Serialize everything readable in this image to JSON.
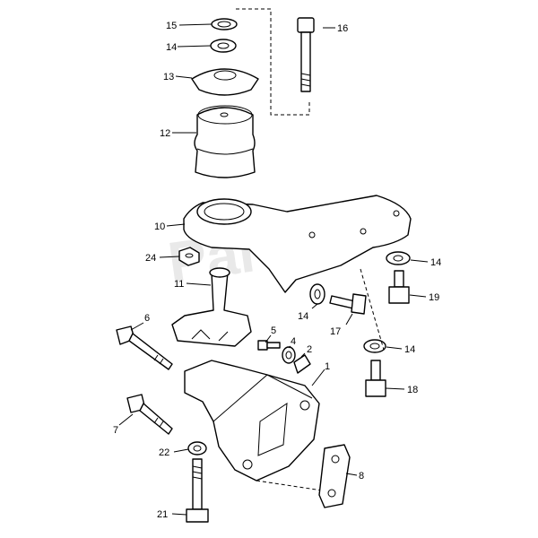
{
  "watermark": "Parts",
  "callouts": {
    "c1": "1",
    "c2": "2",
    "c4": "4",
    "c5": "5",
    "c6": "6",
    "c7": "7",
    "c8": "8",
    "c10": "10",
    "c11": "11",
    "c12": "12",
    "c13": "13",
    "c14a": "14",
    "c14b": "14",
    "c14c": "14",
    "c14d": "14",
    "c15": "15",
    "c16": "16",
    "c17": "17",
    "c18": "18",
    "c19": "19",
    "c21": "21",
    "c22": "22",
    "c24": "24"
  }
}
